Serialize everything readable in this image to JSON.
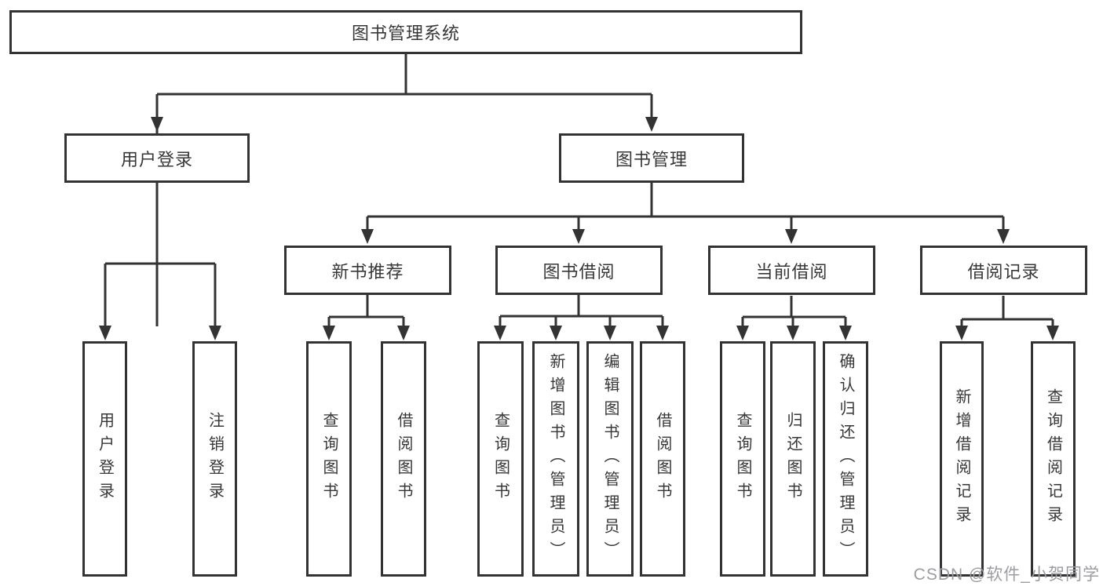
{
  "diagram": {
    "root": {
      "label": "图书管理系统"
    },
    "level2": {
      "user_login": {
        "label": "用户登录"
      },
      "book_management": {
        "label": "图书管理"
      }
    },
    "level3": {
      "new_book_recommend": {
        "label": "新书推荐"
      },
      "book_borrow": {
        "label": "图书借阅"
      },
      "current_borrow": {
        "label": "当前借阅"
      },
      "borrow_records": {
        "label": "借阅记录"
      }
    },
    "leaves": {
      "user_login": {
        "label": "用户登录"
      },
      "logout": {
        "label": "注销登录"
      },
      "rec_query_book": {
        "label": "查询图书"
      },
      "rec_borrow_book": {
        "label": "借阅图书"
      },
      "borrow_query_book": {
        "label": "查询图书"
      },
      "borrow_add_book": {
        "label": "新增图书（管理员）"
      },
      "borrow_edit_book": {
        "label": "编辑图书（管理员）"
      },
      "borrow_borrow_book": {
        "label": "借阅图书"
      },
      "current_query_book": {
        "label": "查询图书"
      },
      "current_return_book": {
        "label": "归还图书"
      },
      "current_confirm_return": {
        "label": "确认归还（管理员）"
      },
      "records_add_record": {
        "label": "新增借阅记录"
      },
      "records_query_record": {
        "label": "查询借阅记录"
      }
    },
    "line_color": "#333333"
  },
  "watermark": {
    "text": "CSDN @软件_小贺同学"
  }
}
